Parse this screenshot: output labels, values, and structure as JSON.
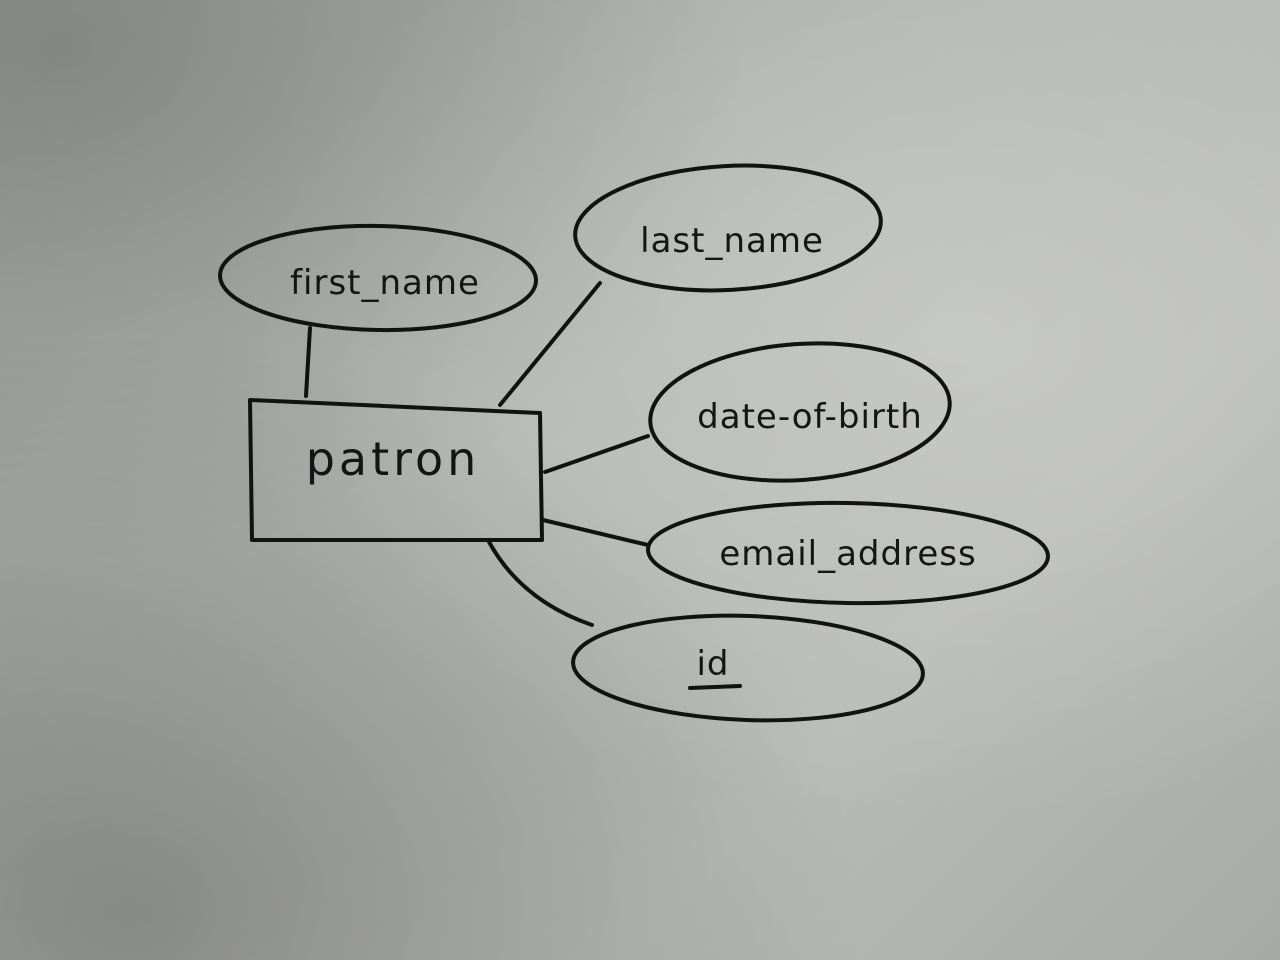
{
  "diagram": {
    "entity": {
      "name": "patron"
    },
    "attributes": [
      {
        "id": "first_name",
        "label": "first_name",
        "key": false
      },
      {
        "id": "last_name",
        "label": "last_name",
        "key": false
      },
      {
        "id": "date_of_birth",
        "label": "date-of-birth",
        "key": false
      },
      {
        "id": "email_address",
        "label": "email_address",
        "key": false
      },
      {
        "id": "id",
        "label": "id",
        "key": true
      }
    ],
    "relationships": [
      {
        "from": "patron",
        "to": "first_name"
      },
      {
        "from": "patron",
        "to": "last_name"
      },
      {
        "from": "patron",
        "to": "date_of_birth"
      },
      {
        "from": "patron",
        "to": "email_address"
      },
      {
        "from": "patron",
        "to": "id"
      }
    ]
  }
}
